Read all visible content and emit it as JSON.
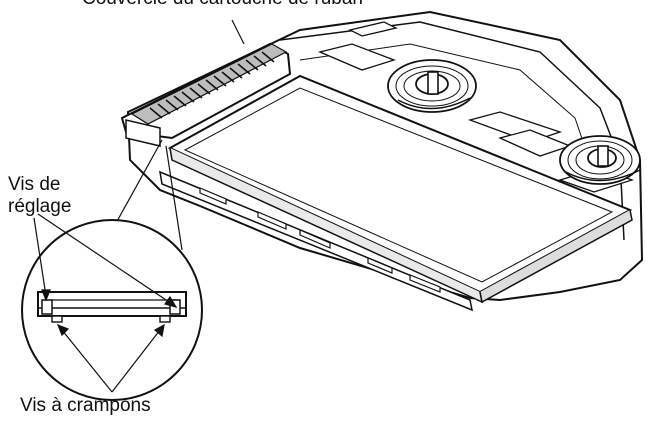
{
  "labels": {
    "top_callout": "Couvercle du cartouche de ruban",
    "adjust_screw_line1": "Vis de",
    "adjust_screw_line2": "réglage",
    "clamp_screws": "Vis à crampons"
  },
  "colors": {
    "ink": "#111111",
    "background": "#ffffff",
    "shade": "#d9d9d9"
  }
}
